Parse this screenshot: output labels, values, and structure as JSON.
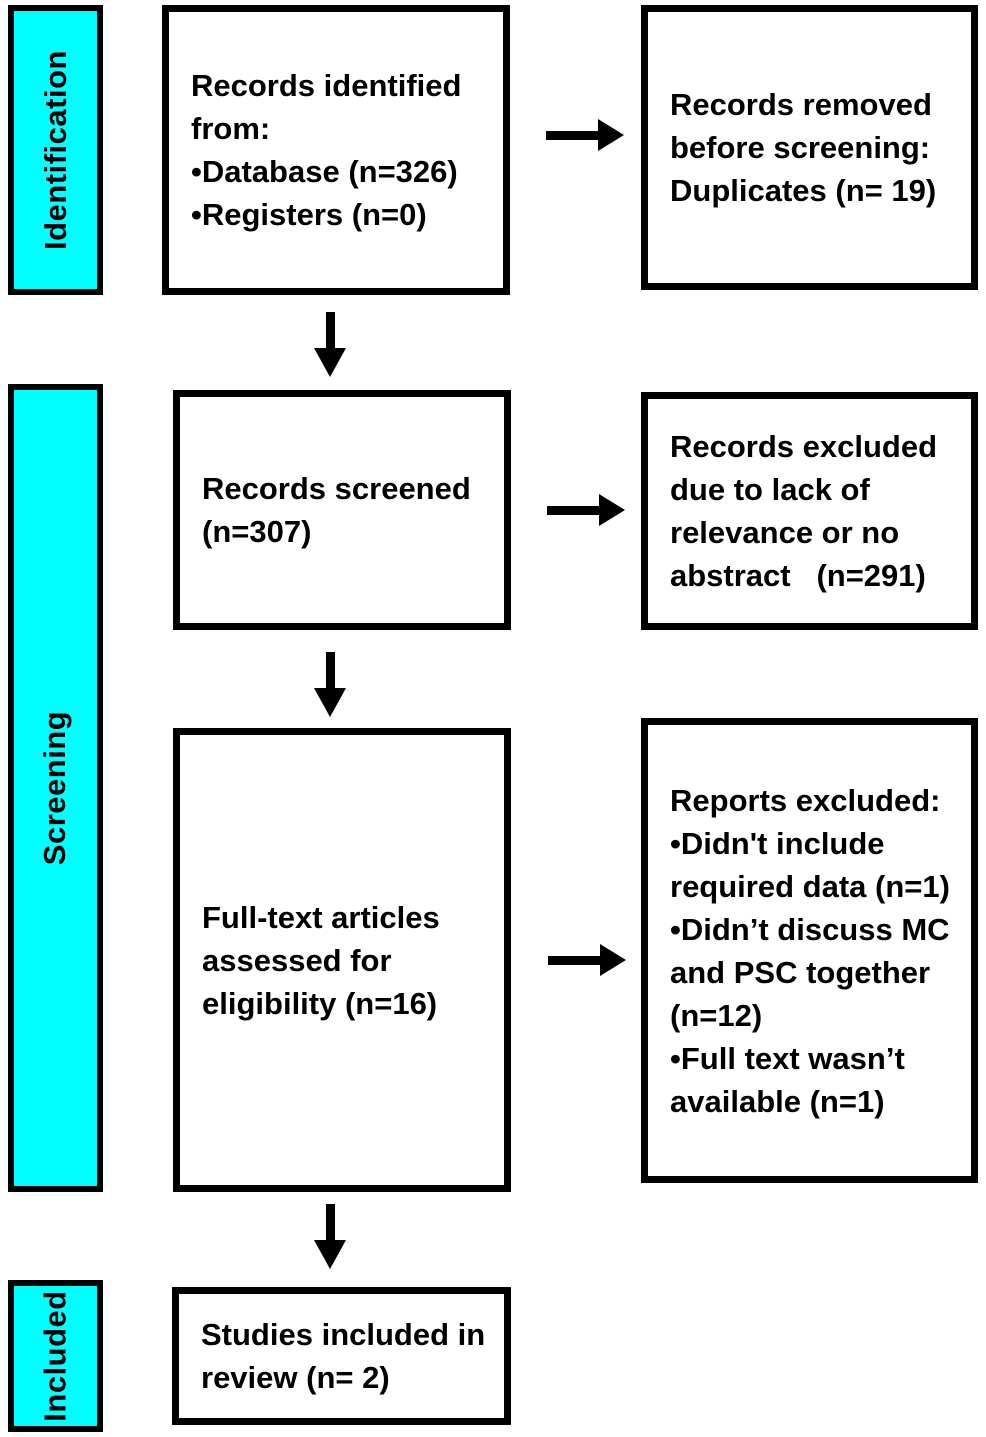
{
  "diagram": {
    "kind": "prisma-flow-diagram",
    "colors": {
      "stage_fill": "#00FFFF",
      "border": "#000000",
      "background": "#FFFFFF",
      "text": "#000000"
    },
    "stages": {
      "identification": "Identification",
      "screening": "Screening",
      "included": "Included"
    },
    "boxes": {
      "records_identified": "Records identified\nfrom:\n•Database (n=326)\n•Registers (n=0)",
      "records_removed": "Records removed\nbefore screening:\nDuplicates (n= 19)",
      "records_screened": "Records screened\n(n=307)",
      "records_excluded": "Records excluded\ndue to lack of\nrelevance or no\nabstract   (n=291)",
      "fulltext_assessed": "Full-text articles\nassessed for\neligibility (n=16)",
      "reports_excluded": "Reports excluded:\n•Didn't include\nrequired data (n=1)\n•Didn’t discuss MC\nand PSC together\n(n=12)\n•Full text wasn’t\navailable (n=1)",
      "studies_included": "Studies included in\nreview (n= 2)"
    }
  }
}
